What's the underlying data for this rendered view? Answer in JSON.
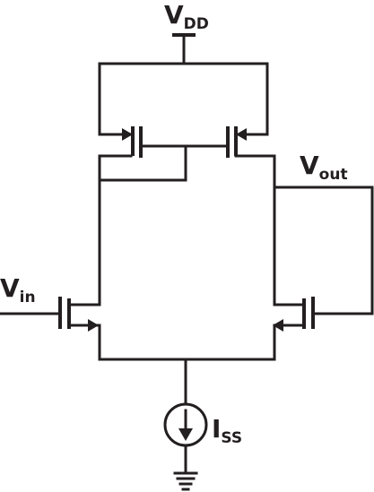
{
  "labels": {
    "vdd": {
      "main": "V",
      "sub": "DD"
    },
    "vout": {
      "main": "V",
      "sub": "out"
    },
    "vin": {
      "main": "V",
      "sub": "in"
    },
    "iss": {
      "main": "I",
      "sub": "SS"
    }
  }
}
